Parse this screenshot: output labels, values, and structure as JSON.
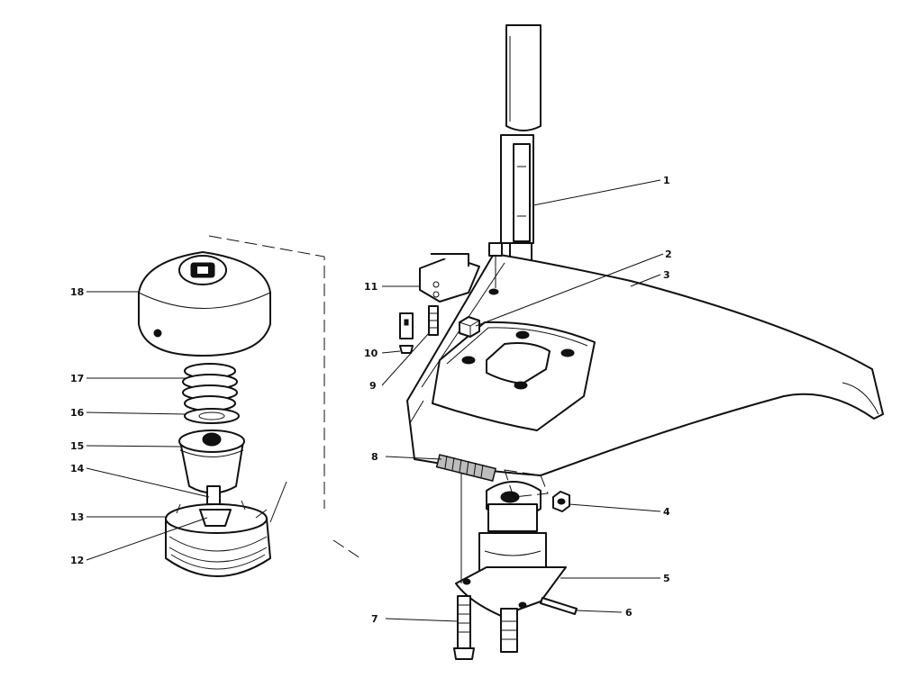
{
  "labels": {
    "p1": "1",
    "p2": "2",
    "p3": "3",
    "p4": "4",
    "p5": "5",
    "p6": "6",
    "p7": "7",
    "p8": "8",
    "p9": "9",
    "p10": "10",
    "p11": "11",
    "p12": "12",
    "p13": "13",
    "p14": "14",
    "p15": "15",
    "p16": "16",
    "p17": "17",
    "p18": "18"
  }
}
